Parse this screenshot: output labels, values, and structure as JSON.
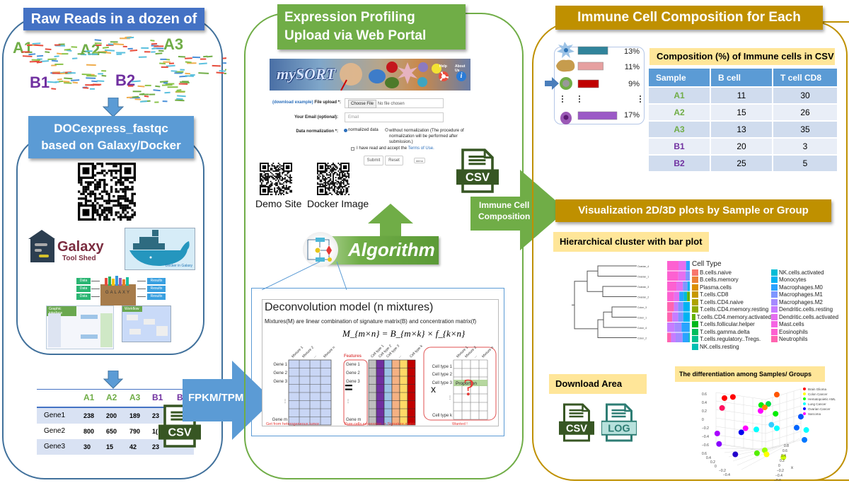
{
  "left": {
    "title": "Raw Reads in a dozen of GB",
    "samples": [
      {
        "label": "A1",
        "group": "A"
      },
      {
        "label": "A2",
        "group": "A"
      },
      {
        "label": "A3",
        "group": "A"
      },
      {
        "label": "B1",
        "group": "B"
      },
      {
        "label": "B2",
        "group": "B"
      }
    ],
    "tool_title_line1": "DOCexpress_fastqc",
    "tool_title_line2": "based on Galaxy/Docker",
    "galaxy_logo_line1": "Galaxy",
    "galaxy_logo_line2": "Tool Shed",
    "docker_caption": "Docker in Galaxy",
    "galaxy_flow": {
      "inputs": [
        "Data",
        "Data",
        "Data"
      ],
      "center": "GALAXY",
      "outputs": [
        "Results",
        "Results",
        "Results"
      ],
      "gui_label": "Graphic interface",
      "workflow_label": "Workflow"
    },
    "expression_table": {
      "columns": [
        "",
        "A1",
        "A2",
        "A3",
        "B1",
        "B2"
      ],
      "rows": [
        {
          "gene": "Gene1",
          "values": [
            "238",
            "200",
            "189",
            "23"
          ]
        },
        {
          "gene": "Gene2",
          "values": [
            "800",
            "650",
            "790",
            "1("
          ]
        },
        {
          "gene": "Gene3",
          "values": [
            "30",
            "15",
            "42",
            "23"
          ]
        }
      ]
    },
    "csv_label": "CSV"
  },
  "arrow_fpkm": "FPKM/TPM",
  "middle": {
    "title_line1": "Expression Profiling",
    "title_line2": "Upload via Web Portal",
    "banner": {
      "logo": "mySORT",
      "help": "Help",
      "about": "About Us"
    },
    "form": {
      "download_example": "(download example)",
      "file_upload_label": "File upload *:",
      "choose_file": "Choose File",
      "no_file": "No file chosen",
      "email_label": "Your Email (optional):",
      "email_placeholder": "Email",
      "normalization_label": "Data normalization *:",
      "option_normalized": "normalized data",
      "option_without": "without normalization (The procedure of normalization will be performed after submission.)",
      "terms_prefix": "I have read and accept the",
      "terms_link": "Terms of Use.",
      "submit": "Submit",
      "reset": "Reset",
      "demo": "demo"
    },
    "qr_demo_label": "Demo Site",
    "qr_docker_label": "Docker Image",
    "csv_label": "CSV",
    "algorithm_label": "Algorithm",
    "deconvolution": {
      "title": "Deconvolution model (n mixtures)",
      "description": "Mixtures(M) are linear combination of signature matrix(B) and concentration matrix(f)",
      "formula": "M_{m×n} = B_{m×k} × f_{k×n}",
      "mixture_cols": [
        "Mixture 1",
        "Mixture 2",
        "...",
        "Mixture n"
      ],
      "genes": [
        "Gene 1",
        "Gene 2",
        "Gene 3",
        "⋮",
        "Gene m"
      ],
      "features_label": "Features",
      "cell_cols": [
        "Cell type 1",
        "Cell type 2",
        "Cell type 3",
        "...",
        "Cell type k"
      ],
      "cell_rows": [
        "Cell type 1",
        "Cell type 2",
        "Cell type 3",
        "⋮",
        "Cell type k"
      ],
      "proportion": "Proportion",
      "equals": "=",
      "times": "x",
      "caption_left": "Get from heterogeneous tumor",
      "caption_mid": "Pure cells expression -> Signature matrix",
      "caption_right": "Wanted !"
    }
  },
  "arrow_immune": {
    "line1": "Immune Cell",
    "line2": "Composition"
  },
  "right": {
    "title": "Immune Cell Composition for Each Sample",
    "cell_bars": [
      {
        "percent": "13%",
        "value": 13,
        "color": "#31849b"
      },
      {
        "percent": "11%",
        "value": 11,
        "color": "#e6a0a0"
      },
      {
        "percent": "9%",
        "value": 9,
        "color": "#c00000"
      },
      {
        "percent": "17%",
        "value": 17,
        "color": "#9b59c6"
      }
    ],
    "composition_label": "Composition (%) of Immune cells  in CSV",
    "composition_table": {
      "headers": [
        "Sample",
        "B cell",
        "T cell CD8"
      ],
      "rows": [
        {
          "sample": "A1",
          "group": "A",
          "b_cell": "11",
          "t_cd8": "30"
        },
        {
          "sample": "A2",
          "group": "A",
          "b_cell": "15",
          "t_cd8": "26"
        },
        {
          "sample": "A3",
          "group": "A",
          "b_cell": "13",
          "t_cd8": "35"
        },
        {
          "sample": "B1",
          "group": "B",
          "b_cell": "20",
          "t_cd8": "3"
        },
        {
          "sample": "B2",
          "group": "B",
          "b_cell": "25",
          "t_cd8": "5"
        }
      ]
    },
    "viz_title": "Visualization 2D/3D plots  by Sample or Group",
    "hier_label": "Hierarchical cluster with bar plot",
    "dendro_leaves": [
      "Ovarian_4",
      "Ovarian_1",
      "Ovarian_3",
      "Ovarian_2",
      "Colon_3",
      "Colon_1",
      "Colon_4",
      "Colon_2"
    ],
    "legend_title": "Cell Type",
    "legend_col1": [
      {
        "name": "B.cells.naive",
        "color": "#f8766d"
      },
      {
        "name": "B.cells.memory",
        "color": "#ec8239"
      },
      {
        "name": "Plasma.cells",
        "color": "#db8e00"
      },
      {
        "name": "T.cells.CD8",
        "color": "#c79800"
      },
      {
        "name": "T.cells.CD4.naive",
        "color": "#aea200"
      },
      {
        "name": "T.cells.CD4.memory.resting",
        "color": "#8fab00"
      },
      {
        "name": "T.cells.CD4.memory.activated",
        "color": "#64b200"
      },
      {
        "name": "T.cells.follicular.helper",
        "color": "#00b81b"
      },
      {
        "name": "T.cells.gamma.delta",
        "color": "#00bd5c"
      },
      {
        "name": "T.cells.regulatory..Tregs.",
        "color": "#00c08d"
      },
      {
        "name": "NK.cells.resting",
        "color": "#00c0b3"
      }
    ],
    "legend_col2": [
      {
        "name": "NK.cells.activated",
        "color": "#00bcd6"
      },
      {
        "name": "Monocytes",
        "color": "#00b3f2"
      },
      {
        "name": "Macrophages.M0",
        "color": "#29a3ff"
      },
      {
        "name": "Macrophages.M1",
        "color": "#7f96ff"
      },
      {
        "name": "Macrophages.M2",
        "color": "#a58aff"
      },
      {
        "name": "Dendritic.cells.resting",
        "color": "#c77cff"
      },
      {
        "name": "Dendritic.cells.activated",
        "color": "#e56ff0"
      },
      {
        "name": "Mast.cells",
        "color": "#f564e3"
      },
      {
        "name": "Eosinophils",
        "color": "#fd61d1"
      },
      {
        "name": "Neutrophils",
        "color": "#ff64b0"
      }
    ],
    "download_label": "Download Area",
    "download_csv": "CSV",
    "download_log": "LOG",
    "diff_label": "The differentiation among Samples/ Groups",
    "scatter_legend": [
      {
        "name": "Brain Glioma",
        "color": "#ff0000"
      },
      {
        "name": "Colon Cancer",
        "color": "#ffff00"
      },
      {
        "name": "Hematopoietic AML",
        "color": "#00ff00"
      },
      {
        "name": "Lung Cancer",
        "color": "#00ffff"
      },
      {
        "name": "Ovarian Cancer",
        "color": "#0000ff"
      },
      {
        "name": "Sarcoma",
        "color": "#ff00ff"
      }
    ],
    "scatter_z_ticks": [
      "0.6",
      "0.4",
      "0.2",
      "0",
      "−0.2",
      "−0.4",
      "−0.6"
    ],
    "scatter_y_ticks": [
      "0.6",
      "0.4",
      "0.2",
      "0",
      "−0.2",
      "−0.4"
    ],
    "scatter_x_ticks": [
      "0.8",
      "0.6",
      "0.4",
      "0.2",
      "0",
      "−0.2",
      "−0.4",
      "−0.6"
    ],
    "axis_z": "z",
    "axis_y": "y",
    "axis_x": "x"
  }
}
